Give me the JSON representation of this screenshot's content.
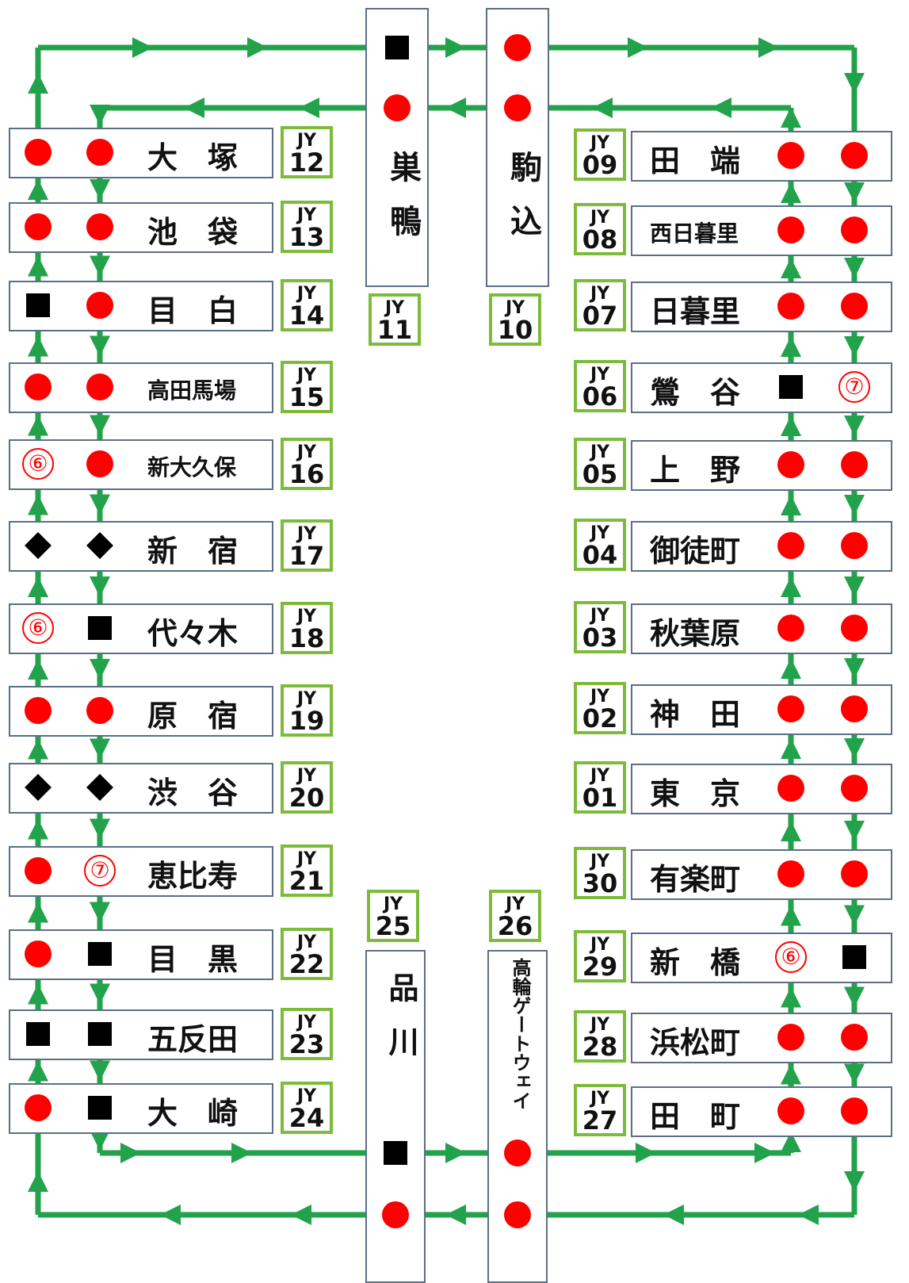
{
  "colors": {
    "track": "#22a24a",
    "stop": "#ff0000",
    "code_border": "#7dbb3a",
    "box_border": "#5a6f86"
  },
  "legend_marks": {
    "dot": "red-circle",
    "square": "black-square",
    "diamond": "black-diamond"
  },
  "left_stations": [
    {
      "name": "大　塚",
      "code_jy": "JY",
      "code_num": "12",
      "outer": "dot",
      "inner": "dot"
    },
    {
      "name": "池　袋",
      "code_jy": "JY",
      "code_num": "13",
      "outer": "dot",
      "inner": "dot"
    },
    {
      "name": "目　白",
      "code_jy": "JY",
      "code_num": "14",
      "outer": "square",
      "inner": "dot"
    },
    {
      "name": "高田馬場",
      "code_jy": "JY",
      "code_num": "15",
      "outer": "dot",
      "inner": "dot"
    },
    {
      "name": "新大久保",
      "code_jy": "JY",
      "code_num": "16",
      "outer": "⑥",
      "inner": "dot"
    },
    {
      "name": "新　宿",
      "code_jy": "JY",
      "code_num": "17",
      "outer": "diamond",
      "inner": "diamond"
    },
    {
      "name": "代々木",
      "code_jy": "JY",
      "code_num": "18",
      "outer": "⑥",
      "inner": "square"
    },
    {
      "name": "原　宿",
      "code_jy": "JY",
      "code_num": "19",
      "outer": "dot",
      "inner": "dot"
    },
    {
      "name": "渋　谷",
      "code_jy": "JY",
      "code_num": "20",
      "outer": "diamond",
      "inner": "diamond"
    },
    {
      "name": "恵比寿",
      "code_jy": "JY",
      "code_num": "21",
      "outer": "dot",
      "inner": "⑦"
    },
    {
      "name": "目　黒",
      "code_jy": "JY",
      "code_num": "22",
      "outer": "dot",
      "inner": "square"
    },
    {
      "name": "五反田",
      "code_jy": "JY",
      "code_num": "23",
      "outer": "square",
      "inner": "square"
    },
    {
      "name": "大　崎",
      "code_jy": "JY",
      "code_num": "24",
      "outer": "dot",
      "inner": "square"
    }
  ],
  "right_stations": [
    {
      "name": "田　端",
      "code_jy": "JY",
      "code_num": "09",
      "inner": "dot",
      "outer": "dot"
    },
    {
      "name": "西日暮里",
      "code_jy": "JY",
      "code_num": "08",
      "inner": "dot",
      "outer": "dot"
    },
    {
      "name": "日暮里",
      "code_jy": "JY",
      "code_num": "07",
      "inner": "dot",
      "outer": "dot"
    },
    {
      "name": "鶯　谷",
      "code_jy": "JY",
      "code_num": "06",
      "inner": "square",
      "outer": "⑦"
    },
    {
      "name": "上　野",
      "code_jy": "JY",
      "code_num": "05",
      "inner": "dot",
      "outer": "dot"
    },
    {
      "name": "御徒町",
      "code_jy": "JY",
      "code_num": "04",
      "inner": "dot",
      "outer": "dot"
    },
    {
      "name": "秋葉原",
      "code_jy": "JY",
      "code_num": "03",
      "inner": "dot",
      "outer": "dot"
    },
    {
      "name": "神　田",
      "code_jy": "JY",
      "code_num": "02",
      "inner": "dot",
      "outer": "dot"
    },
    {
      "name": "東　京",
      "code_jy": "JY",
      "code_num": "01",
      "inner": "dot",
      "outer": "dot"
    },
    {
      "name": "有楽町",
      "code_jy": "JY",
      "code_num": "30",
      "inner": "dot",
      "outer": "dot"
    },
    {
      "name": "新　橋",
      "code_jy": "JY",
      "code_num": "29",
      "inner": "⑥",
      "outer": "square"
    },
    {
      "name": "浜松町",
      "code_jy": "JY",
      "code_num": "28",
      "inner": "dot",
      "outer": "dot"
    },
    {
      "name": "田　町",
      "code_jy": "JY",
      "code_num": "27",
      "inner": "dot",
      "outer": "dot"
    }
  ],
  "top_stations": [
    {
      "name": "巣鴨",
      "code_jy": "JY",
      "code_num": "11",
      "outer": "square",
      "inner": "dot"
    },
    {
      "name": "駒込",
      "code_jy": "JY",
      "code_num": "10",
      "outer": "dot",
      "inner": "dot"
    }
  ],
  "bottom_stations": [
    {
      "name": "品川",
      "code_jy": "JY",
      "code_num": "25",
      "inner": "square",
      "outer": "dot"
    },
    {
      "name": "高輪ゲートウェイ",
      "code_jy": "JY",
      "code_num": "26",
      "inner": "dot",
      "outer": "dot"
    }
  ]
}
